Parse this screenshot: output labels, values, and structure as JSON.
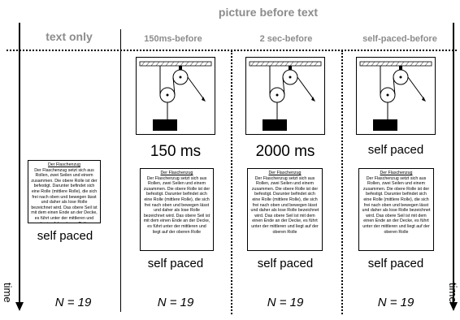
{
  "top_header": "picture before text",
  "columns": [
    {
      "id": "text-only",
      "header": "text only",
      "picture_label": "",
      "text_label": "self paced",
      "n": "N = 19"
    },
    {
      "id": "150ms",
      "header": "150ms-before",
      "picture_label": "150 ms",
      "text_label": "self paced",
      "n": "N = 19"
    },
    {
      "id": "2sec",
      "header": "2 sec-before",
      "picture_label": "2000 ms",
      "text_label": "self paced",
      "n": "N = 19"
    },
    {
      "id": "selfpaced",
      "header": "self-paced-before",
      "picture_label": "self paced",
      "text_label": "self paced",
      "n": "N = 19"
    }
  ],
  "text_panel": {
    "title": "Der Flaschenzug",
    "body": "Der Flaschenzug setzt sich aus Rollen, zwei Seilen und einem zusammen. Die obere Rolle ist der befestigt. Darunter befindet sich eine Rolle (mittlere Rolle), die sich frei nach oben und bewegen lässt und daher als lose Rolle bezeichnet wird. Das obere Seil ist mit dem einen Ende an der Decke, es führt unter der mittleren und liegt auf der oberen Rolle"
  },
  "axis": {
    "left_label": "time",
    "right_label": "time"
  }
}
